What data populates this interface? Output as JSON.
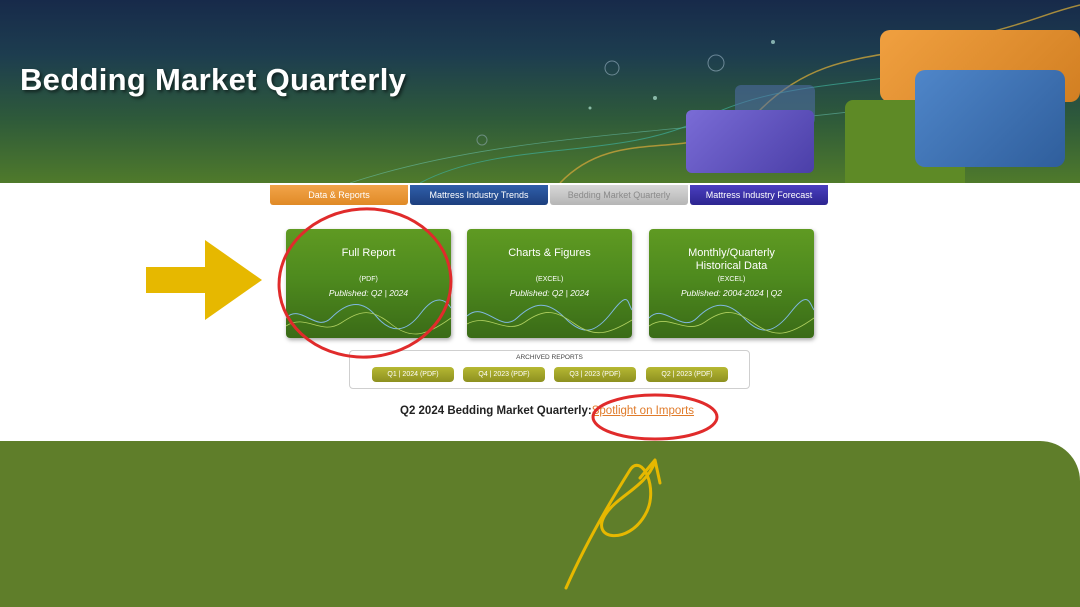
{
  "header": {
    "title": "Bedding Market Quarterly"
  },
  "tabs": [
    {
      "label": "Data & Reports"
    },
    {
      "label": "Mattress Industry Trends"
    },
    {
      "label": "Bedding Market Quarterly"
    },
    {
      "label": "Mattress Industry Forecast"
    }
  ],
  "cards": [
    {
      "title": "Full Report",
      "format": "(PDF)",
      "published": "Published: Q2 | 2024"
    },
    {
      "title": "Charts & Figures",
      "format": "(EXCEL)",
      "published": "Published: Q2 | 2024"
    },
    {
      "title_line1": "Monthly/Quarterly",
      "title_line2": "Historical Data",
      "format": "(EXCEL)",
      "published": "Published: 2004-2024 | Q2"
    }
  ],
  "archived": {
    "title": "ARCHIVED REPORTS",
    "items": [
      "Q1 | 2024 (PDF)",
      "Q4 | 2023 (PDF)",
      "Q3 | 2023 (PDF)",
      "Q2 | 2023 (PDF)"
    ]
  },
  "spotlight": {
    "label": "Q2 2024 Bedding Market Quarterly:",
    "link": "Spotlight on Imports"
  },
  "colors": {
    "tab_orange": "#e08a26",
    "tab_blue": "#1d3f7e",
    "tab_gray": "#b5b5b5",
    "tab_purple": "#2d2590",
    "card_green": "#4e8a1e",
    "archive_olive": "#8d9020",
    "link_orange": "#e07b2a",
    "footer_green": "#5f7e2a",
    "annotation_red": "#e02b2b",
    "annotation_yellow": "#e6b800"
  }
}
